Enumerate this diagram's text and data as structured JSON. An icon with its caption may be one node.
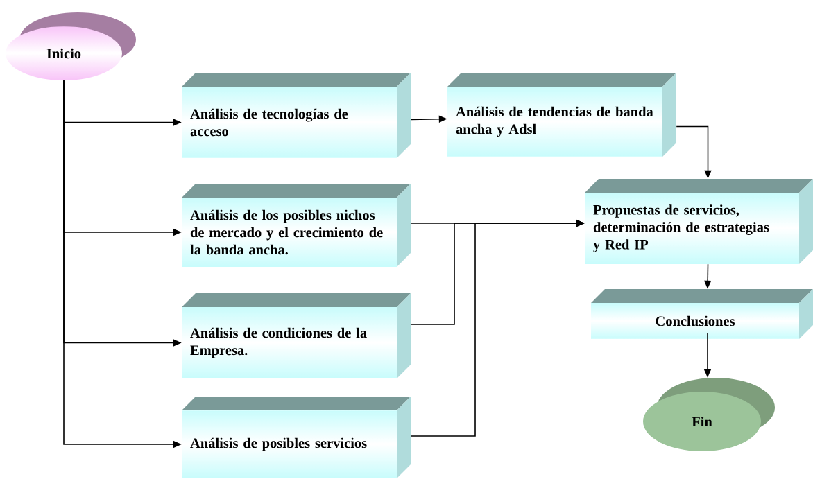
{
  "diagram": {
    "nodes": [
      {
        "text": [
          "Inicio"
        ]
      },
      {
        "text": [
          "Análisis de tecnologías de acceso"
        ]
      },
      {
        "text": [
          "Análisis de tendencias de banda ancha y Adsl"
        ]
      },
      {
        "text": [
          "Análisis de los posibles nichos de mercado y el crecimiento de la banda ancha."
        ]
      },
      {
        "text": [
          "Propuestas de servicios, determinación de estrategias y Red IP"
        ]
      },
      {
        "text": [
          "Análisis de condiciones de la Empresa."
        ]
      },
      {
        "text": [
          "Análisis de posibles servicios"
        ]
      },
      {
        "text": [
          "Conclusiones"
        ]
      },
      {
        "text": [
          "Fin"
        ]
      }
    ],
    "edges": [
      {
        "from": 0,
        "to": 1,
        "arrow": "to"
      },
      {
        "from": 0,
        "to": 3,
        "arrow": "to"
      },
      {
        "from": 0,
        "to": 5,
        "arrow": "to"
      },
      {
        "from": 0,
        "to": 6,
        "arrow": "to"
      },
      {
        "from": 1,
        "to": 2,
        "arrow": "to"
      },
      {
        "from": 2,
        "to": 4,
        "arrow": "to"
      },
      {
        "from": 3,
        "to": 4,
        "arrow": "to"
      },
      {
        "from": 5,
        "to": 4,
        "arrow": "to"
      },
      {
        "from": 6,
        "to": 4,
        "arrow": "to"
      },
      {
        "from": 4,
        "to": 7,
        "arrow": "to"
      },
      {
        "from": 7,
        "to": 8,
        "arrow": "to"
      }
    ]
  }
}
